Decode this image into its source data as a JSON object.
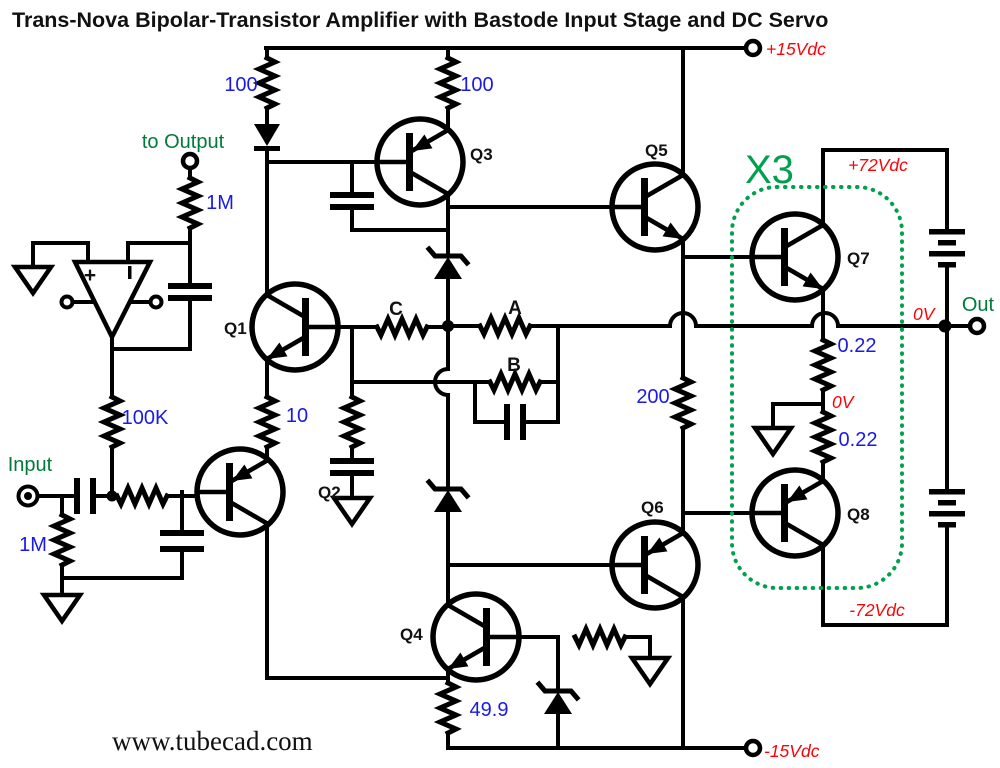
{
  "title": "Trans-Nova Bipolar-Transistor Amplifier with Bastode Input Stage and DC Servo",
  "watermark": "www.tubecad.com",
  "ports": {
    "input": "Input",
    "to_output": "to Output",
    "output": "Out"
  },
  "supplies": {
    "plus15": "+15Vdc",
    "minus15": "-15Vdc",
    "plus72": "+72Vdc",
    "minus72": "-72Vdc",
    "output_dc": "0V",
    "emitter_mid_dc": "0V"
  },
  "output_stage_multiplier": "X3",
  "transistors": {
    "q1": "Q1",
    "q2": "Q2",
    "q3": "Q3",
    "q4": "Q4",
    "q5": "Q5",
    "q6": "Q6",
    "q7": "Q7",
    "q8": "Q8"
  },
  "resistor_values": {
    "top_left": "100",
    "top_right": "100",
    "servo_feedback": "1M",
    "servo_output": "100K",
    "input_shunt": "1M",
    "bastode_emitter": "10",
    "driver_emitter": "200",
    "output_top": "0.22",
    "output_bottom": "0.22",
    "q4_emitter": "49.9"
  },
  "feedback_labels": {
    "a": "A",
    "b": "B",
    "c": "C"
  },
  "colors": {
    "value_text": "#1a1ae6",
    "port_text": "#007a3b",
    "voltage_text": "#fb0207",
    "multiplier_box": "#00a14d",
    "wire": "#000000"
  }
}
